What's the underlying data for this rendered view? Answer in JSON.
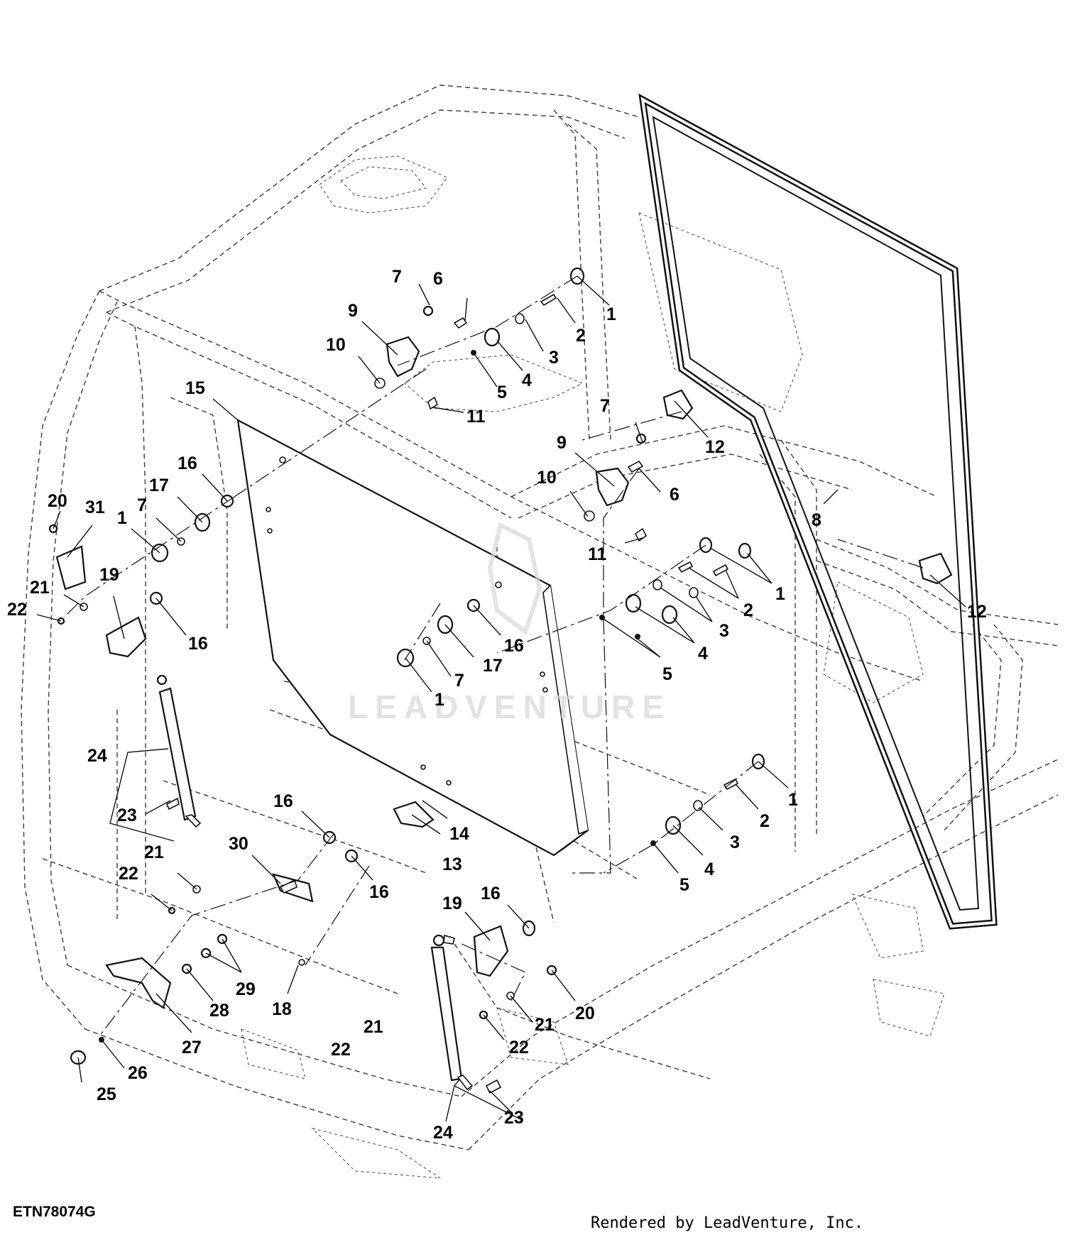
{
  "figure_id": "ETN78074G",
  "credit": "Rendered by LeadVenture, Inc.",
  "watermark": "LEADVENTURE",
  "callouts": [
    "1",
    "2",
    "3",
    "4",
    "5",
    "6",
    "7",
    "8",
    "9",
    "10",
    "11",
    "12",
    "13",
    "14",
    "15",
    "16",
    "17",
    "18",
    "19",
    "20",
    "21",
    "22",
    "23",
    "24",
    "25",
    "26",
    "27",
    "28",
    "29",
    "30",
    "31"
  ]
}
